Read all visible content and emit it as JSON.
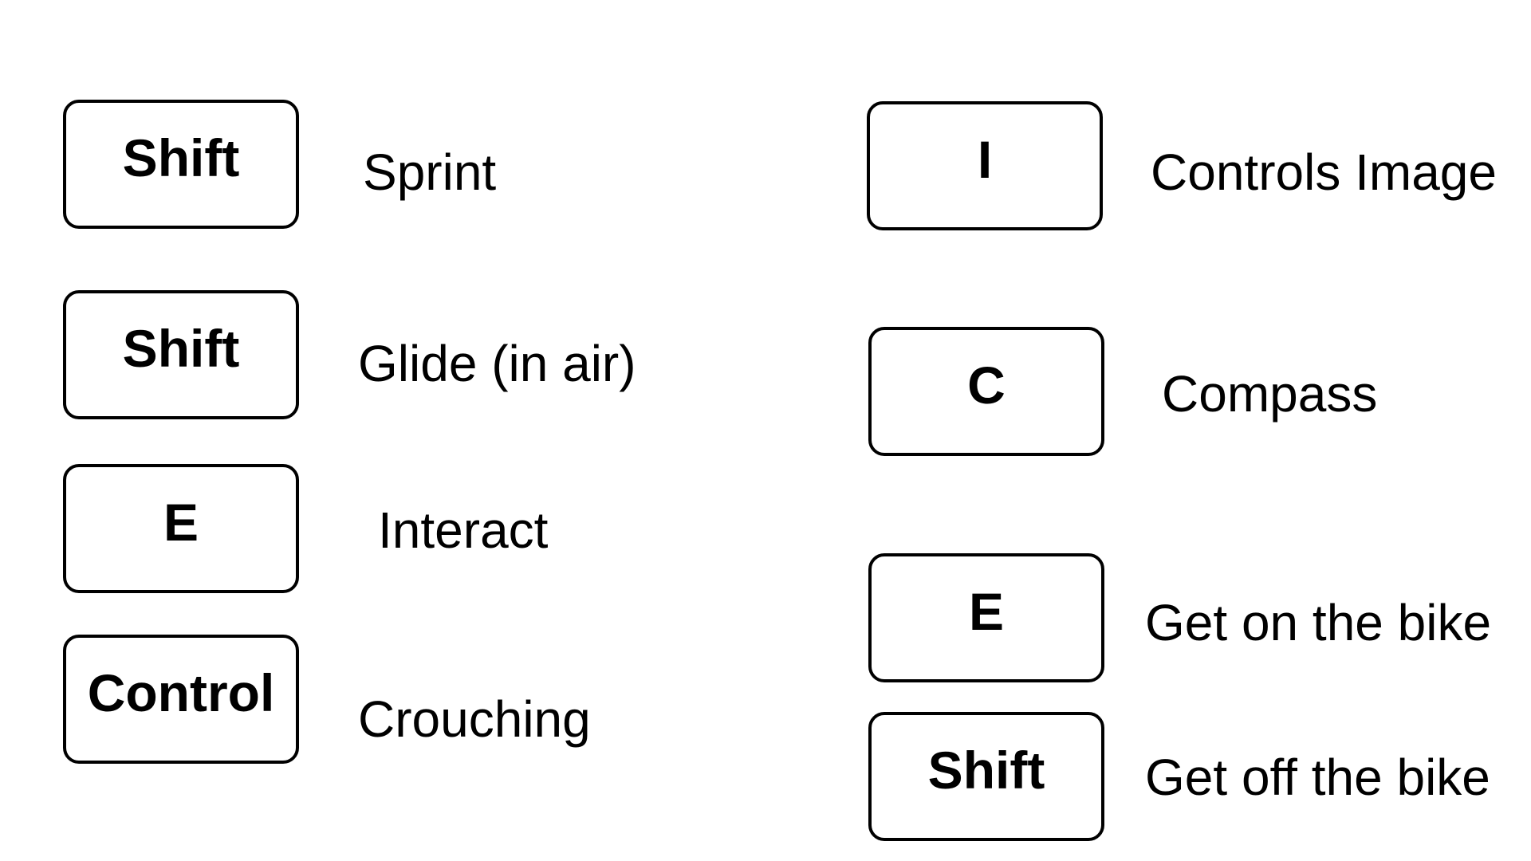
{
  "bindings": {
    "left": [
      {
        "key": "Shift",
        "action": "Sprint"
      },
      {
        "key": "Shift",
        "action": "Glide (in air)"
      },
      {
        "key": "E",
        "action": "Interact"
      },
      {
        "key": "Control",
        "action": "Crouching"
      }
    ],
    "right": [
      {
        "key": "I",
        "action": "Controls Image"
      },
      {
        "key": "C",
        "action": "Compass"
      },
      {
        "key": "E",
        "action": "Get on the bike"
      },
      {
        "key": "Shift",
        "action": "Get off the bike"
      }
    ]
  }
}
